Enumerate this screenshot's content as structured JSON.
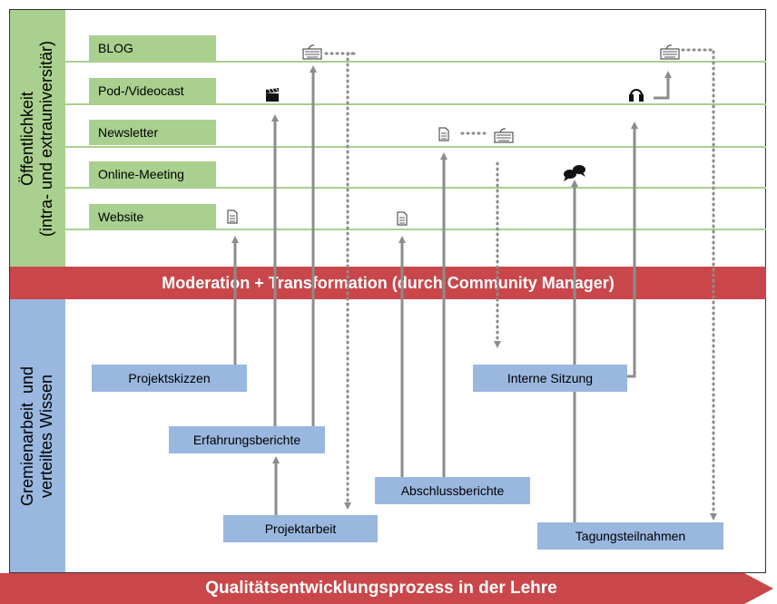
{
  "side_labels": {
    "public": [
      "Öffentlichkeit",
      "(intra- und extrauniversitär)"
    ],
    "committee": [
      "Gremienarbeit  und",
      "verteiltes Wissen"
    ]
  },
  "channels": [
    {
      "label": "BLOG"
    },
    {
      "label": "Pod-/Videocast"
    },
    {
      "label": "Newsletter"
    },
    {
      "label": "Online-Meeting"
    },
    {
      "label": "Website"
    }
  ],
  "moderation_label": "Moderation + Transformation (durch Community Manager)",
  "sources": {
    "projektskizzen": "Projektskizzen",
    "erfahrungsberichte": "Erfahrungsberichte",
    "projektarbeit": "Projektarbeit",
    "abschlussberichte": "Abschlussberichte",
    "interne_sitzung": "Interne Sitzung",
    "tagungsteilnahmen": "Tagungsteilnahmen"
  },
  "quality_label": "Qualitätsentwicklungsprozess in der Lehre",
  "icons": {
    "document": "document-icon",
    "keyboard": "keyboard-icon",
    "clapperboard": "clapperboard-icon",
    "headphones": "headphones-icon",
    "chat": "chat-bubbles-icon"
  },
  "colors": {
    "public_green": "#a9d08e",
    "committee_blue": "#9ab7df",
    "moderation_red": "#c9474a",
    "arrow_gray": "#8c8c8c"
  }
}
